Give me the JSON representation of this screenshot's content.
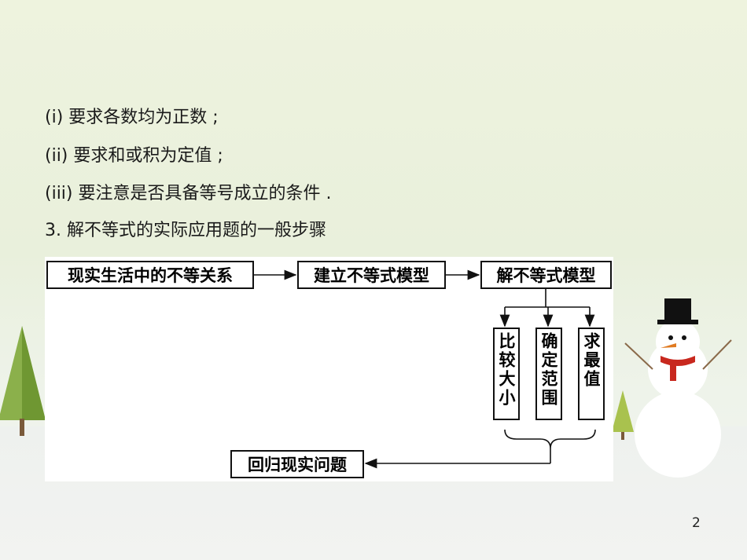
{
  "lines": {
    "line1": "(i) 要求各数均为正数 ;",
    "line2": "(ii) 要求和或积为定值 ;",
    "line3": "(iii) 要注意是否具备等号成立的条件 .",
    "line4": "3. 解不等式的实际应用题的一般步骤"
  },
  "diagram": {
    "step1": "现实生活中的不等关系",
    "step2": "建立不等式模型",
    "step3": "解不等式模型",
    "branch1": "比较大小",
    "branch2": "确定范围",
    "branch3": "求最值",
    "result": "回归现实问题"
  },
  "page_number": "2",
  "colors": {
    "tree": "#7fa83a",
    "scarf": "#c8281e",
    "hat": "#111111"
  }
}
